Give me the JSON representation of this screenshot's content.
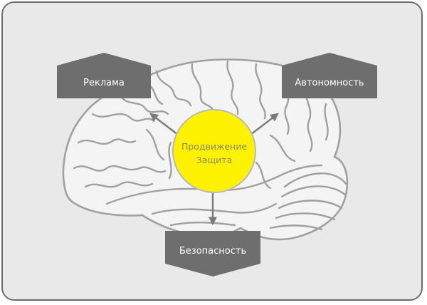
{
  "center": {
    "line1": "Продвижение",
    "line2": "Защита"
  },
  "boxes": {
    "left": "Реклама",
    "right": "Автономность",
    "bottom": "Безопасность"
  },
  "colors": {
    "frame_bg": "#e9e9e9",
    "frame_border": "#6d6d6d",
    "brain_fill": "#f4f4f4",
    "brain_line": "#a0a0a0",
    "center_fill": "#fff200",
    "center_text": "#8a8a6a",
    "box_fill": "#6e6e6e",
    "box_text": "#ffffff",
    "arrow": "#7a7a7a"
  }
}
